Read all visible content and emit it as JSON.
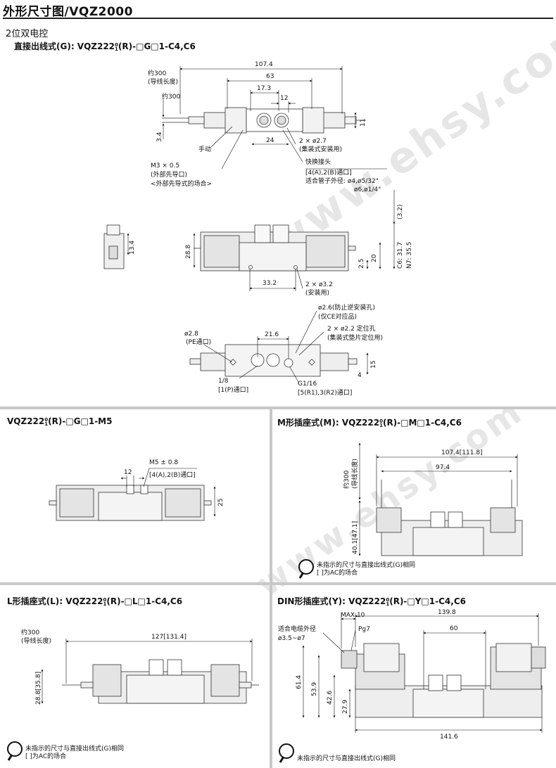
{
  "header": {
    "title": "外形尺寸图/VQZ2000"
  },
  "subtitle": "2位双电控",
  "sections": {
    "g": {
      "title": "直接出线式(G): VQZ222",
      "frac_top": "0",
      "frac_bot": "1",
      "suffix": "(R)-□G□1-C4,C6",
      "dims": {
        "d107": "107.4",
        "d63": "63",
        "d173": "17.3",
        "d12": "12",
        "d24": "24",
        "d34": "3.4",
        "d11": "11",
        "d32p": "(3.2)",
        "d134": "13.4",
        "d288": "28.8",
        "d25": "2.5",
        "d20": "20",
        "c6": "C6: 31.7",
        "n7": "N7: 35.5",
        "d332": "33.2",
        "d216": "21.6",
        "d28": "ø2.8",
        "d15": "15",
        "d4": "4"
      },
      "labels": {
        "wire": "约300",
        "wire2": "(导线长度)",
        "manual": "手动",
        "m3": "M3 × 0.5",
        "m3b": "(外部先导口)",
        "m3c": "<外部先导式的场合>",
        "h27": "2 × ø2.7",
        "h27b": "(集装式安装用)",
        "quick": "快换接头",
        "quick2": "[4(A),2(B)通口]",
        "tube": "适合管子外径: ø4,ø5/32\"",
        "tube2": "ø6,ø1/4\"",
        "h32": "2 × ø3.2",
        "h32b": "(安装用)",
        "h26": "ø2.6(防止逆安装孔)",
        "h26b": "(仅CE对应品)",
        "h22": "2 × ø2.2 定位孔",
        "h22b": "(集装式垫片定位用)",
        "pe": "(PE通口)",
        "p18": "1/8",
        "p18b": "[1(P)通口]",
        "g116": "G1/16",
        "g116b": "[5(R1),3(R2)通口]"
      }
    },
    "m5": {
      "title": "VQZ222",
      "frac_top": "0",
      "frac_bot": "1",
      "suffix": "(R)-□G□1-M5",
      "dims": {
        "d12": "12",
        "m5": "M5 ± 0.8",
        "port": "[4(A),2(B)通口]",
        "d25": "25"
      }
    },
    "m": {
      "title": "M形插座式(M): VQZ222",
      "frac_top": "0",
      "frac_bot": "1",
      "suffix": "(R)-□M□1-C4,C6",
      "dims": {
        "d107": "107.4[111.8]",
        "d974": "97.4",
        "wire": "约300",
        "wire2": "(导线长度)",
        "d401": "40.1[47.1]"
      },
      "note1": "未指示的尺寸与直接出线式(G)相同",
      "note2": "[  ]为AC的场合"
    },
    "l": {
      "title": "L形插座式(L): VQZ222",
      "frac_top": "0",
      "frac_bot": "1",
      "suffix": "(R)-□L□1-C4,C6",
      "dims": {
        "wire": "约300",
        "wire2": "(导线长度)",
        "d127": "127[131.4]",
        "d288": "28.8[35.8]"
      },
      "note1": "未指示的尺寸与直接出线式(G)相同",
      "note2": "[  ]为AC的场合"
    },
    "y": {
      "title": "DIN形插座式(Y): VQZ222",
      "frac_top": "0",
      "frac_bot": "1",
      "suffix": "(R)-□Y□1-C4,C6",
      "dims": {
        "max": "MAX.10",
        "d1398": "139.8",
        "cable": "适合电缆外径",
        "cable2": "ø3.5~ø7",
        "pg7": "Pg7",
        "d60": "60",
        "d614": "61.4",
        "d539": "53.9",
        "d426": "42.6",
        "d279": "27.9",
        "d1416": "141.6"
      },
      "note1": "未指示的尺寸与直接出线式(G)相同"
    }
  },
  "watermark": "www.ehsy.com"
}
